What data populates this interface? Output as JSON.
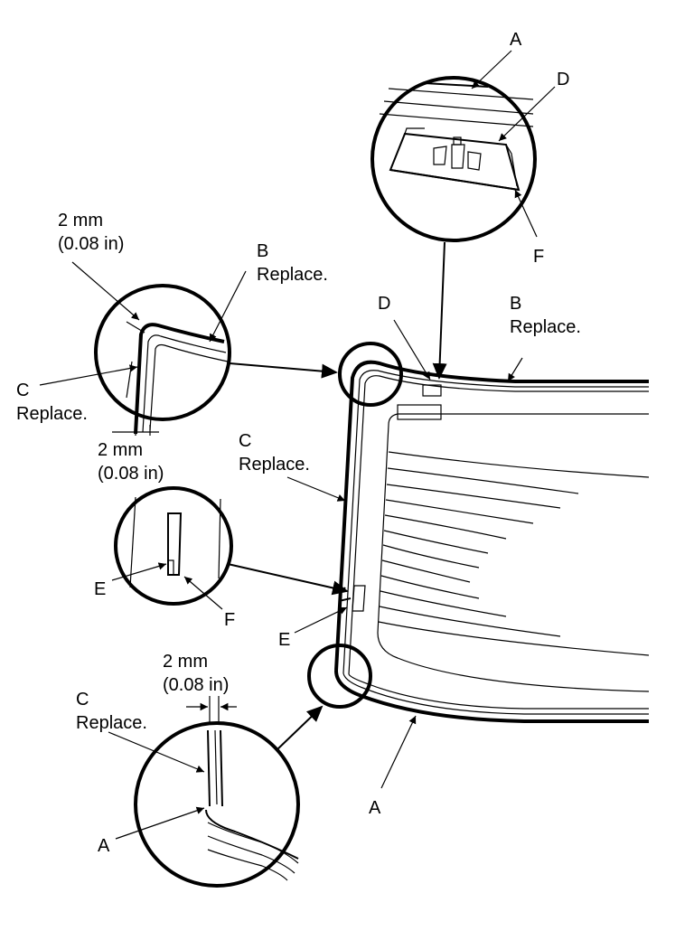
{
  "labels": {
    "a_top": "A",
    "d_top": "D",
    "f_top": "F",
    "mm_top_1": "2 mm",
    "in_top_1": "(0.08 in)",
    "b_left": "B",
    "b_left_replace": "Replace.",
    "c_left": "C",
    "c_left_replace": "Replace.",
    "mm_top_2": "2 mm",
    "in_top_2": "(0.08 in)",
    "d_mid": "D",
    "b_right": "B",
    "b_right_replace": "Replace.",
    "c_mid": "C",
    "c_mid_replace": "Replace.",
    "e_mid_left": "E",
    "f_mid_left": "F",
    "e_mid": "E",
    "mm_bottom": "2 mm",
    "in_bottom": "(0.08 in)",
    "c_bottom": "C",
    "c_bottom_replace": "Replace.",
    "a_bottom_detail": "A",
    "a_bottom": "A"
  }
}
